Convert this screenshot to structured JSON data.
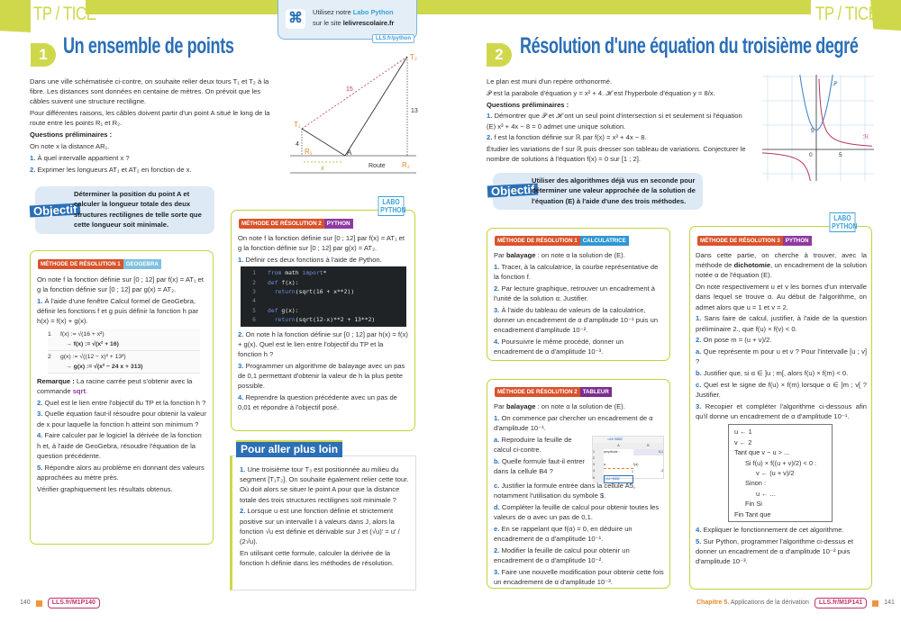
{
  "colors": {
    "lime": "#cfd84a",
    "blue": "#2b6fb6",
    "badge_red": "#d9532b",
    "geogebra": "#7fc1e0",
    "python": "#8e3aa0",
    "calc": "#2f97d3",
    "tableur": "#7b2d8e"
  },
  "header": {
    "left_tag": "TP / TICE",
    "right_tag": "TP / TICE",
    "python_box": {
      "line1_pre": "Utilisez notre ",
      "line1_link": "Labo Python",
      "line2_pre": "sur le site ",
      "line2_site": "lelivrescolaire.fr",
      "tag": "LLS.fr/python",
      "icon": "python-logo-icon"
    }
  },
  "tp1": {
    "number": "1",
    "title": "Un ensemble de points",
    "intro": [
      {
        "t": "Dans une ville schématisée ci-contre, on souhaite relier deux tours T₁ et T₂ à la fibre. Les distances sont données en centaine de mètres. On prévoit que les câbles suivent une structure rectiligne."
      },
      {
        "t": "Pour différentes raisons, les câbles doivent partir d'un point A situé le long de la route entre les points R₁ et R₂."
      },
      {
        "b": "Questions préliminaires :"
      },
      {
        "t": "On note x la distance AR₁."
      },
      {
        "n": "1.",
        "t": " À quel intervalle appartient x ?"
      },
      {
        "n": "2.",
        "t": " Exprimer les longueurs AT₁ et AT₂ en fonction de x."
      }
    ],
    "diagram": {
      "T1": "T₁",
      "T2": "T₂",
      "R1": "R₁",
      "R2": "R₂",
      "A": "A",
      "d15": "15",
      "d13": "13",
      "d4": "4",
      "x": "x",
      "route": "Route"
    },
    "objectif": {
      "label": "Objectif",
      "text": "Déterminer la position du point A et calculer la longueur totale des deux structures rectilignes de telle sorte que cette longueur soit minimale."
    },
    "method1": {
      "badge": "MÉTHODE DE RÉSOLUTION 1",
      "tool": "GEOGEBRA",
      "p1": [
        {
          "t": "On note f la fonction définie sur [0 ; 12] par f(x) = AT₁ et g la fonction définie sur [0 ; 12] par g(x) = AT₂."
        },
        {
          "n": "1.",
          "t": " À l'aide d'une fenêtre Calcul formel de GeoGebra, définir les fonctions f et g puis définir la fonction h par h(x) = f(x) + g(x)."
        }
      ],
      "cas": [
        {
          "n": "1",
          "input": "f(x) := √(16 + x²)",
          "output": "→  f(x) := √(x² + 16)"
        },
        {
          "n": "2",
          "input": "g(x) := √((12 − x)² + 13²)",
          "output": "→  g(x) := √(x² − 24 x + 313)"
        }
      ],
      "p2": [
        {
          "b": "Remarque :",
          "t": " La racine carrée peut s'obtenir avec la commande ",
          "c": "sqrt",
          "t2": "."
        },
        {
          "n": "2.",
          "t": " Quel est le lien entre l'objectif du TP et la fonction h ?"
        },
        {
          "n": "3.",
          "t": " Quelle équation faut-il résoudre pour obtenir la valeur de x pour laquelle la fonction h atteint son minimum ?"
        },
        {
          "n": "4.",
          "t": " Faire calculer par le logiciel la dérivée de la fonction h et, à l'aide de GeoGebra, résoudre l'équation de la question précédente."
        },
        {
          "n": "5.",
          "t": " Répondre alors au problème en donnant des valeurs approchées au mètre près."
        },
        {
          "t": "Vérifier graphiquement les résultats obtenus."
        }
      ]
    },
    "method2": {
      "badge": "MÉTHODE DE RÉSOLUTION 2",
      "tool": "PYTHON",
      "labo": "LABO PYTHON",
      "p1": [
        {
          "t": "On note f la fonction définie sur [0 ; 12] par f(x) = AT₁ et g la fonction définie sur [0 ; 12] par g(x) = AT₂."
        },
        {
          "n": "1.",
          "t": " Définir ces deux fonctions à l'aide de Python."
        }
      ],
      "code": [
        {
          "n": "1",
          "k": "from",
          "r": " math ",
          "k2": "import",
          "r2": "*"
        },
        {
          "n": "2",
          "k": "def",
          "r": " f(x):"
        },
        {
          "n": "3",
          "k": "  return",
          "r": "(sqrt(16 + x**2))"
        },
        {
          "n": "4",
          "r": ""
        },
        {
          "n": "5",
          "k": "def",
          "r": " g(x):"
        },
        {
          "n": "6",
          "k": "  return",
          "r": "(sqrt(12-x)**2 + 13**2)"
        }
      ],
      "p2": [
        {
          "n": "2.",
          "t": " On note h la fonction définie sur [0 ; 12] par h(x) = f(x) + g(x). Quel est le lien entre l'objectif du TP et la fonction h ?"
        },
        {
          "n": "3.",
          "t": " Programmer un algorithme de balayage avec un pas de 0,1 permettant d'obtenir la valeur de h la plus petite possible."
        },
        {
          "n": "4.",
          "t": " Reprendre la question précédente avec un pas de 0,01 et répondre à l'objectif posé."
        }
      ]
    },
    "further": {
      "title": "Pour aller plus loin",
      "p": [
        {
          "n": "1.",
          "t": " Une troisième tour T₃ est positionnée au milieu du segment [T₁T₂]. On souhaite également relier cette tour. Où doit alors se situer le point A pour que la distance totale des trois structures rectilignes soit minimale ?"
        },
        {
          "n": "2.",
          "t": " Lorsque u est une fonction définie et strictement positive sur un intervalle I à valeurs dans J, alors la fonction √u est définie et dérivable sur J et (√u)′ = u′ / (2√u)."
        },
        {
          "t": "En utilisant cette formule, calculer la dérivée de la fonction h définie dans les méthodes de résolution."
        }
      ]
    },
    "footer": {
      "page": "140",
      "link": "LLS.fr/M1P140"
    }
  },
  "tp2": {
    "number": "2",
    "title": "Résolution d'une équation du troisième degré",
    "intro": [
      {
        "t": "Le plan est muni d'un repère orthonormé."
      },
      {
        "t": "𝒫 est la parabole d'équation y = x² + 4. ℋ est l'hyperbole d'équation y = 8/x."
      },
      {
        "b": "Questions préliminaires :"
      },
      {
        "n": "1.",
        "t": " Démontrer que 𝒫 et ℋ ont un seul point d'intersection si et seulement si l'équation (E) x³ + 4x − 8 = 0 admet une unique solution."
      },
      {
        "n": "2.",
        "t": " f est la fonction définie sur ℝ par f(x) = x³ + 4x − 8."
      },
      {
        "t": "Étudier les variations de f sur ℝ puis dresser son tableau de variations. Conjecturer le nombre de solutions à l'équation f(x) = 0 sur [1 ; 2]."
      }
    ],
    "graph": {
      "origin": "0",
      "tick": "5",
      "ylabel_tick": "5",
      "P": "𝒫",
      "H": "ℋ"
    },
    "objectif": {
      "label": "Objectif",
      "text": "Utiliser des algorithmes déjà vus en seconde pour déterminer une valeur approchée de la solution de l'équation (E) à l'aide d'une des trois méthodes."
    },
    "method1": {
      "badge": "MÉTHODE DE RÉSOLUTION 1",
      "tool": "CALCULATRICE",
      "p": [
        {
          "t": "Par ",
          "b2": "balayage",
          "t2": " : on note α la solution de (E)."
        },
        {
          "n": "1.",
          "t": " Tracer, à la calculatrice, la courbe représentative de la fonction f."
        },
        {
          "n": "2.",
          "t": " Par lecture graphique, retrouver un encadrement à l'unité de la solution α. Justifier."
        },
        {
          "n": "3.",
          "t": " À l'aide du tableau de valeurs de la calculatrice, donner un encadrement de α d'amplitude 10⁻¹ puis un encadrement d'amplitude 10⁻²."
        },
        {
          "n": "4.",
          "t": " Poursuivre le même procédé, donner un encadrement de α d'amplitude 10⁻³."
        }
      ]
    },
    "method2": {
      "badge": "MÉTHODE DE RÉSOLUTION 2",
      "tool": "TABLEUR",
      "p1": [
        {
          "t": "Par ",
          "b2": "balayage",
          "t2": " : on note α la solution de (E)."
        },
        {
          "n": "1.",
          "t": " On commence par chercher un encadrement de α d'amplitude 10⁻¹."
        },
        {
          "n": "a.",
          "t": " Reproduire la feuille de calcul ci-contre."
        },
        {
          "n": "b.",
          "t": " Quelle formule faut-il entrer dans la cellule B4 ?"
        }
      ],
      "sheet": {
        "formula": "=A4+$B$2",
        "colA": "A",
        "colB": "B",
        "r1a": "amplitude :",
        "r1b": "0,1",
        "r3a": "a",
        "r3b": "f(a)",
        "r4a": "1",
        "r4b": "-3",
        "r5a": "=A4+$B$2"
      },
      "p2": [
        {
          "n": "c.",
          "t": " Justifier la formule entrée dans la cellule A5, notamment l'utilisation du symbole $."
        },
        {
          "n": "d.",
          "t": " Compléter la feuille de calcul pour obtenir toutes les valeurs de α avec un pas de 0,1."
        },
        {
          "n": "e.",
          "t": " En se rappelant que f(α) = 0, en déduire un encadrement de α d'amplitude 10⁻¹."
        },
        {
          "n": "2.",
          "t": " Modifier la feuille de calcul pour obtenir un encadrement de α d'amplitude 10⁻²."
        },
        {
          "n": "3.",
          "t": " Faire une nouvelle modification pour obtenir cette fois un encadrement de α d'amplitude 10⁻³."
        }
      ]
    },
    "method3": {
      "badge": "MÉTHODE DE RÉSOLUTION 3",
      "tool": "PYTHON",
      "labo": "LABO PYTHON",
      "p1": [
        {
          "t": "Dans cette partie, on cherche à trouver, avec la méthode de ",
          "b2": "dichotomie",
          "t2": ", un encadrement de la solution notée α de l'équation (E)."
        },
        {
          "t": "On note respectivement u et v les bornes d'un intervalle dans lequel se trouve α. Au début de l'algorithme, on admet alors que u = 1 et v = 2."
        },
        {
          "n": "1.",
          "t": " Sans faire de calcul, justifier, à l'aide de la question préliminaire 2., que f(u) × f(v) < 0."
        },
        {
          "n": "2.",
          "t": " On pose m = (u + v)/2."
        },
        {
          "n": "a.",
          "t": " Que représente m pour u et v ? Pour l'intervalle [u ; v] ?"
        },
        {
          "n": "b.",
          "t": " Justifier que, si α ∈ ]u ; m[, alors f(u) × f(m) < 0."
        },
        {
          "n": "c.",
          "t": " Quel est le signe de f(u) × f(m) lorsque α ∈ ]m ; v[ ? Justifier."
        },
        {
          "n": "3.",
          "t": " Recopier et compléter l'algorithme ci-dessous afin qu'il donne un encadrement de α d'amplitude 10⁻¹."
        }
      ],
      "algo": [
        "u ← 1",
        "v ← 2",
        "Tant que  v − u > ...",
        "Si  f(u) × f((u + v)/2) < 0 :",
        "v ← (u + v)/2",
        "Sinon :",
        "u ← ...",
        "Fin Si",
        "Fin Tant que"
      ],
      "p2": [
        {
          "n": "4.",
          "t": " Expliquer le fonctionnement de cet algorithme."
        },
        {
          "n": "5.",
          "t": " Sur Python, programmer l'algorithme ci-dessus et donner un encadrement de α d'amplitude 10⁻² puis d'amplitude 10⁻³."
        }
      ]
    },
    "footer": {
      "chapter": "Chapitre 5.",
      "chapter_title": " Applications de la dérivation",
      "link": "LLS.fr/M1P141",
      "page": "141"
    }
  }
}
